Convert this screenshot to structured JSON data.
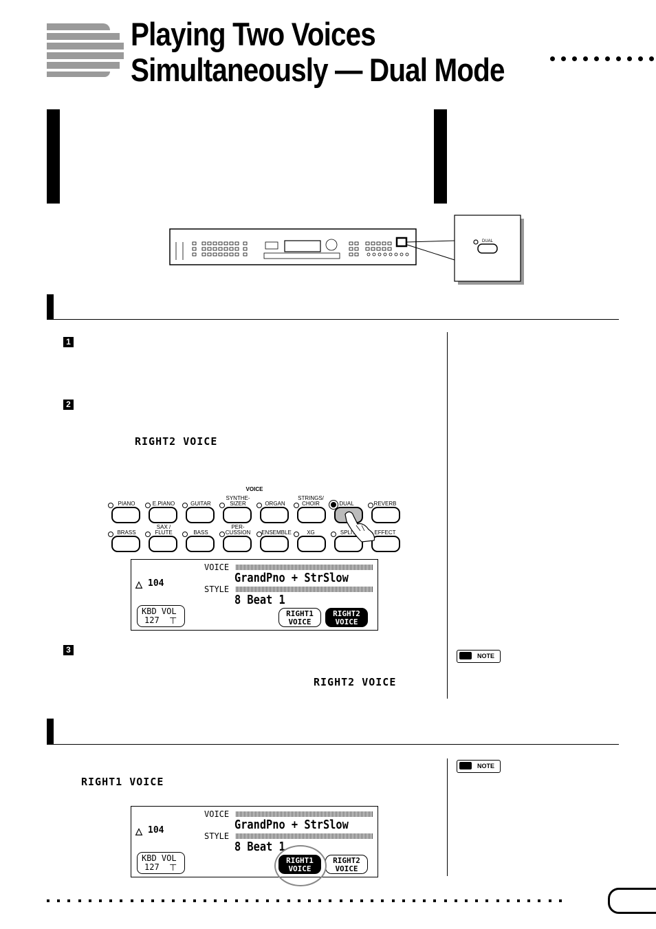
{
  "header": {
    "title_line1": "Playing Two Voices",
    "title_line2": "Simultaneously — Dual Mode"
  },
  "diagram": {
    "callout_label": "DUAL"
  },
  "section1": {
    "steps": [
      "1",
      "2",
      "3"
    ],
    "step2_keyword": "RIGHT2 VOICE",
    "step3_keyword": "RIGHT2 VOICE",
    "note_label": "NOTE"
  },
  "voice_panel": {
    "heading": "VOICE",
    "row1": [
      "PIANO",
      "E.PIANO",
      "GUITAR",
      "SYNTHE-\nSIZER",
      "ORGAN",
      "STRINGS/\nCHOIR",
      "DUAL",
      "REVERB"
    ],
    "row2": [
      "BRASS",
      "SAX /\nFLUTE",
      "BASS",
      "PER-\nCUSSION",
      "ENSEMBLE",
      "XG",
      "SPLIT",
      "EFFECT"
    ]
  },
  "lcd1": {
    "tempo": "104",
    "voice_label": "VOICE",
    "voice_value": "GrandPno + StrSlow",
    "style_label": "STYLE",
    "style_value": "8 Beat 1",
    "kbd_vol_label": "KBD VOL",
    "kbd_vol_value": "127",
    "softkey1_line1": "RIGHT1",
    "softkey1_line2": "VOICE",
    "softkey2_line1": "RIGHT2",
    "softkey2_line2": "VOICE"
  },
  "section2": {
    "keyword": "RIGHT1 VOICE",
    "note_label": "NOTE"
  },
  "lcd2": {
    "tempo": "104",
    "voice_label": "VOICE",
    "voice_value": "GrandPno + StrSlow",
    "style_label": "STYLE",
    "style_value": "8 Beat 1",
    "kbd_vol_label": "KBD VOL",
    "kbd_vol_value": "127",
    "softkey1_line1": "RIGHT1",
    "softkey1_line2": "VOICE",
    "softkey2_line1": "RIGHT2",
    "softkey2_line2": "VOICE"
  }
}
